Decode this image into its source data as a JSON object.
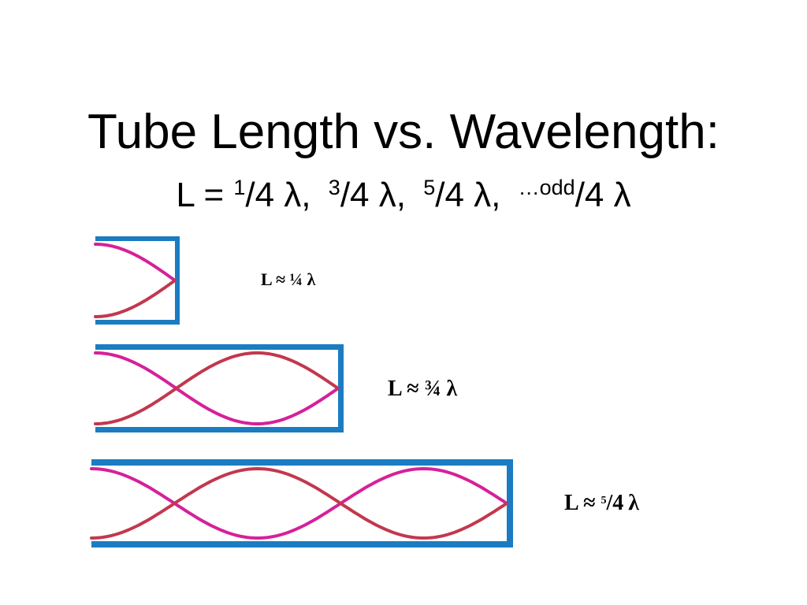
{
  "slide": {
    "title": "Tube Length vs. Wavelength:",
    "formula": {
      "prefix": "L = ",
      "terms": [
        {
          "num": "1",
          "den": "/4 λ,"
        },
        {
          "num": "3",
          "den": "/4 λ,"
        },
        {
          "num": "5",
          "den": "/4 λ,"
        },
        {
          "num": "…odd",
          "den": "/4 λ"
        }
      ]
    }
  },
  "tubes": [
    {
      "label": "L ≈ ¼ λ",
      "quarter_waves": 1
    },
    {
      "label": "L ≈ ¾ λ",
      "quarter_waves": 3
    },
    {
      "label_prefix": "L ≈ ",
      "label_num": "5",
      "label_den": "/4",
      "label_lambda": "λ",
      "quarter_waves": 5
    }
  ],
  "colors": {
    "tube": "#1b7cc1",
    "wave_a": "#d6209a",
    "wave_b": "#c2384e",
    "text": "#000000",
    "background": "#ffffff"
  }
}
